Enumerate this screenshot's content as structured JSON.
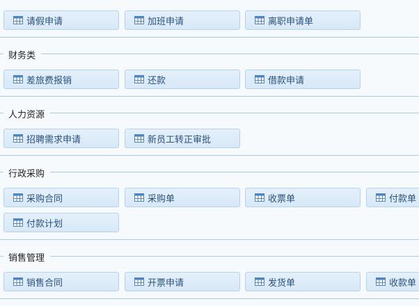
{
  "sections": [
    {
      "title": "",
      "items": [
        {
          "label": "请假申请",
          "icon": "table-icon"
        },
        {
          "label": "加班申请",
          "icon": "table-icon"
        },
        {
          "label": "离职申请单",
          "icon": "table-icon"
        }
      ]
    },
    {
      "title": "财务类",
      "items": [
        {
          "label": "差旅费报销",
          "icon": "table-icon"
        },
        {
          "label": "还款",
          "icon": "table-icon"
        },
        {
          "label": "借款申请",
          "icon": "table-icon"
        }
      ]
    },
    {
      "title": "人力资源",
      "items": [
        {
          "label": "招聘需求申请",
          "icon": "table-icon"
        },
        {
          "label": "新员工转正审批",
          "icon": "table-icon"
        }
      ]
    },
    {
      "title": "行政采购",
      "items": [
        {
          "label": "采购合同",
          "icon": "table-icon"
        },
        {
          "label": "采购单",
          "icon": "table-icon"
        },
        {
          "label": "收票单",
          "icon": "table-icon"
        },
        {
          "label": "付款单",
          "icon": "table-icon"
        },
        {
          "label": "付款计划",
          "icon": "table-icon"
        }
      ]
    },
    {
      "title": "销售管理",
      "items": [
        {
          "label": "销售合同",
          "icon": "table-icon"
        },
        {
          "label": "开票申请",
          "icon": "table-icon"
        },
        {
          "label": "发货单",
          "icon": "table-icon"
        },
        {
          "label": "收款单",
          "icon": "table-icon"
        }
      ]
    }
  ],
  "colors": {
    "button_bg": "#dcebf8",
    "button_border": "#b3d3ec",
    "divider": "#a9cbe5",
    "icon": "#4d86c0"
  }
}
